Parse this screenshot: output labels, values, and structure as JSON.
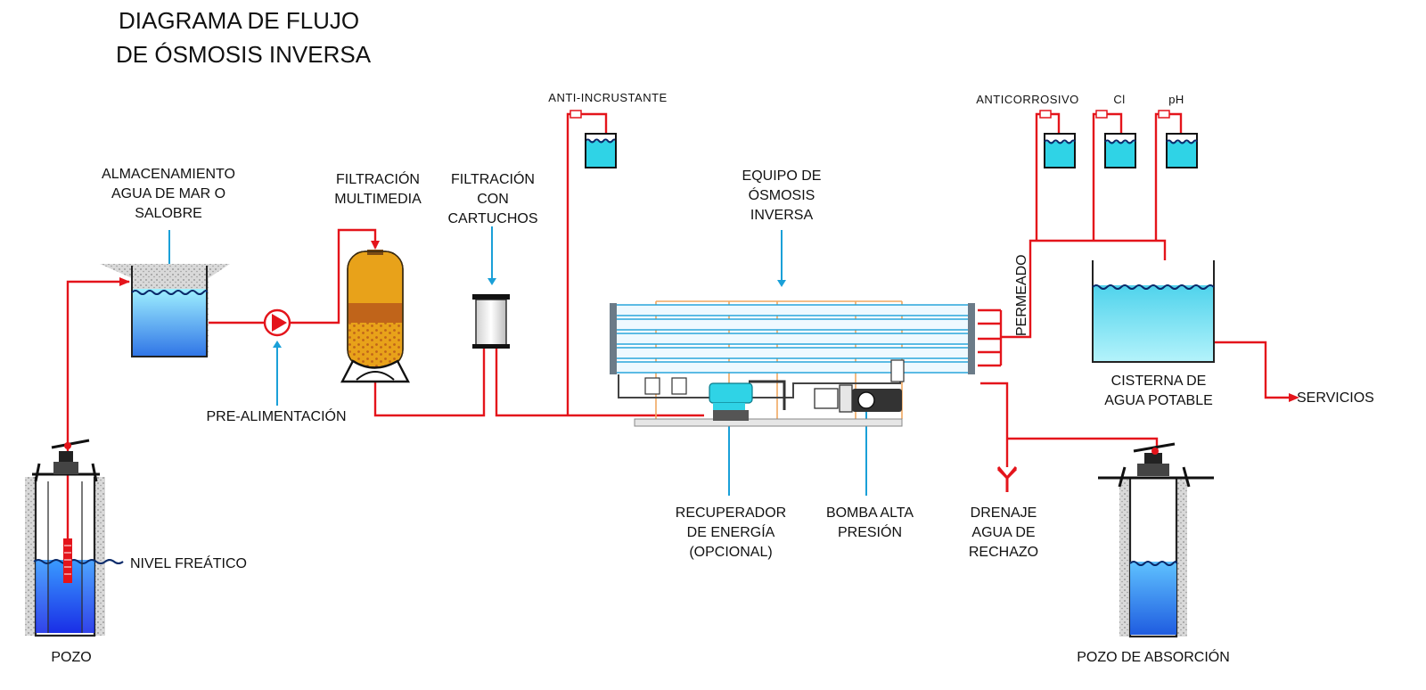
{
  "title": {
    "line1": "DIAGRAMA DE FLUJO",
    "line2": "DE ÓSMOSIS INVERSA"
  },
  "labels": {
    "storage": [
      "ALMACENAMIENTO",
      "AGUA DE MAR O",
      "SALOBRE"
    ],
    "multimedia": [
      "FILTRACIÓN",
      "MULTIMEDIA"
    ],
    "cartridge": [
      "FILTRACIÓN",
      "CON",
      "CARTUCHOS"
    ],
    "antiscalant": "ANTI-INCRUSTANTE",
    "ro_unit": [
      "EQUIPO DE",
      "ÓSMOSIS",
      "INVERSA"
    ],
    "anticorrosive": "ANTICORROSIVO",
    "chlorine": "Cl",
    "ph": "pH",
    "permeate": "PERMEADO",
    "cistern": [
      "CISTERNA DE",
      "AGUA POTABLE"
    ],
    "services": "SERVICIOS",
    "prefeed": "PRE-ALIMENTACIÓN",
    "water_table": "NIVEL FREÁTICO",
    "well": "POZO",
    "energy_recovery": [
      "RECUPERADOR",
      "DE ENERGÍA",
      "(OPCIONAL)"
    ],
    "hp_pump": [
      "BOMBA ALTA",
      "PRESIÓN"
    ],
    "drain": [
      "DRENAJE",
      "AGUA DE",
      "RECHAZO"
    ],
    "absorption_well": "POZO DE ABSORCIÓN"
  },
  "colors": {
    "pipe": "#e4141b",
    "leader": "#1aa0d8",
    "water_light": "#8fe6f2",
    "water_deep": "#1c3de0",
    "tank_orange": "#e8a21a",
    "tank_brown": "#c0641a"
  },
  "icons": [
    "pump-icon",
    "wellhead-icon",
    "tank-icon",
    "filter-vessel-icon",
    "cartridge-filter-icon",
    "chemical-doser-icon",
    "drain-icon"
  ]
}
